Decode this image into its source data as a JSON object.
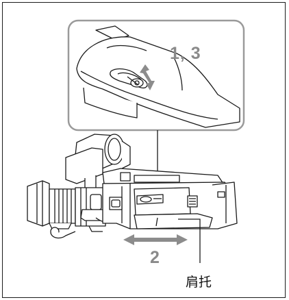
{
  "labels": {
    "step_inset": "1, 3",
    "step_slide": "2",
    "part_name": "肩托"
  },
  "colors": {
    "outline": "#1a1a1a",
    "callout_gray": "#8a8a8a",
    "inset_border": "#9a9a9a",
    "arrow_gray": "#8c8c8c",
    "body_fill": "#ffffff"
  },
  "icons": {
    "inset_adjust_arrow": "double-headed-arrow-icon",
    "slide_arrow": "left-right-arrow-icon"
  }
}
